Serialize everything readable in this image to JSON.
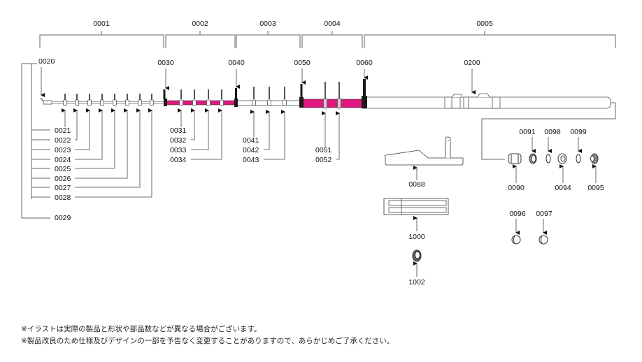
{
  "sections": [
    {
      "id": "0001"
    },
    {
      "id": "0002"
    },
    {
      "id": "0003"
    },
    {
      "id": "0004"
    },
    {
      "id": "0005"
    }
  ],
  "joints": [
    "0020",
    "0030",
    "0040",
    "0050",
    "0060",
    "0200"
  ],
  "guides_section1": [
    "0021",
    "0022",
    "0023",
    "0024",
    "0025",
    "0026",
    "0027",
    "0028"
  ],
  "tip_extra": "0029",
  "guides_section2": [
    "0031",
    "0032",
    "0033",
    "0034"
  ],
  "guides_section3": [
    "0041",
    "0042",
    "0043"
  ],
  "guides_section4": [
    "0051",
    "0052"
  ],
  "butt_parts_top": [
    "0091",
    "0098",
    "0099"
  ],
  "butt_parts_bottom": [
    "0090",
    "0094",
    "0095"
  ],
  "caps": [
    "0096",
    "0097"
  ],
  "accessories": [
    "0088",
    "1000",
    "1002"
  ],
  "colors": {
    "accent": "#e0177e",
    "line": "#666666",
    "dark": "#1a1a1a"
  },
  "notes": [
    "※イラストは実際の製品と形状や部品数などが異なる場合がございます。",
    "※製品改良のため仕様及びデザインの一部を予告なく変更することがありますので、あらかじめご了承ください。"
  ]
}
